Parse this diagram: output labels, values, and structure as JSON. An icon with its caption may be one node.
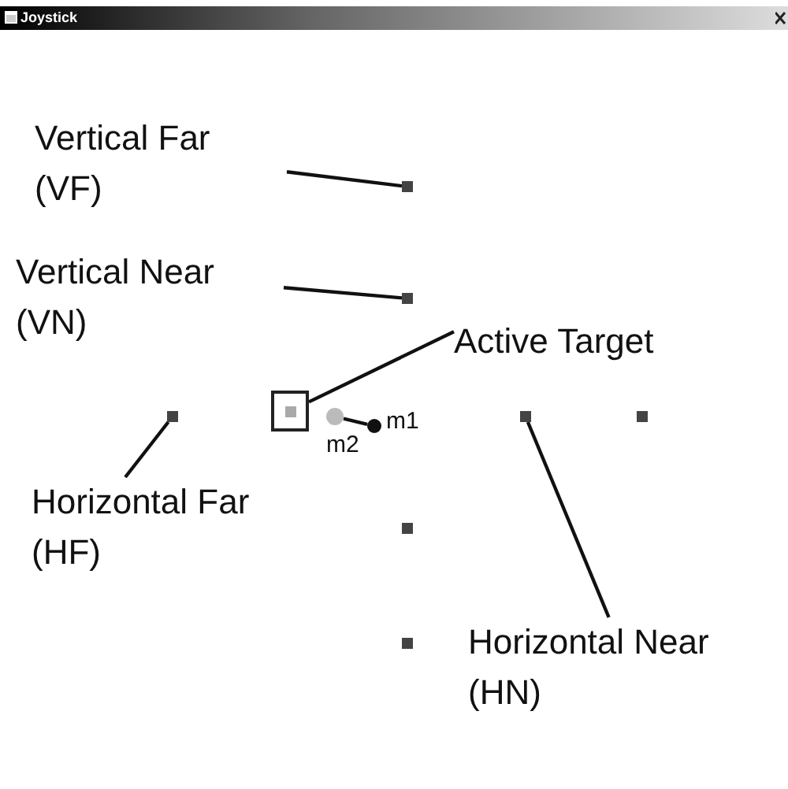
{
  "diagram": {
    "title": "Joystick",
    "nodes": [
      {
        "text": [
          "Vertical Far (VF)"
        ]
      },
      {
        "text": [],
        "shape": "box"
      },
      {
        "text": [
          "Vertical Near (VN)"
        ]
      },
      {
        "text": [],
        "shape": "box"
      },
      {
        "text": [
          "Active Target"
        ]
      },
      {
        "text": [],
        "shape": "box"
      },
      {
        "text": [],
        "shape": "box"
      },
      {
        "text": [],
        "shape": "circle",
        "beside": [
          "m2"
        ]
      },
      {
        "text": [],
        "shape": "circle",
        "beside": [
          "m1"
        ]
      },
      {
        "text": [],
        "shape": "box"
      },
      {
        "text": [],
        "shape": "box"
      },
      {
        "text": [
          "Horizontal Far (HF)"
        ]
      },
      {
        "text": [],
        "shape": "box"
      },
      {
        "text": [
          "Horizontal Near (HN)"
        ]
      },
      {
        "text": [],
        "shape": "box"
      }
    ],
    "edges": [
      {
        "from": 0,
        "to": 1,
        "arrow": "none"
      },
      {
        "from": 2,
        "to": 3,
        "arrow": "none"
      },
      {
        "from": 4,
        "to": 5,
        "arrow": "none"
      },
      {
        "from": 11,
        "to": 6,
        "arrow": "none"
      },
      {
        "from": 13,
        "to": 9,
        "arrow": "none"
      },
      {
        "from": 7,
        "to": 8,
        "arrow": "none"
      }
    ]
  }
}
